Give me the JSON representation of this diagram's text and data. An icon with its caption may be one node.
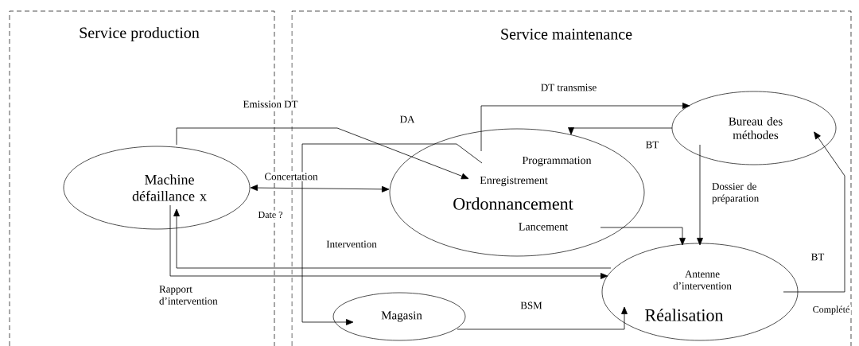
{
  "diagram": {
    "nodes": [
      {
        "text": [
          "Service production"
        ]
      },
      {
        "text": [
          "Service maintenance"
        ]
      },
      {
        "text": [
          "Machine défaillance x"
        ],
        "in": 0
      },
      {
        "text": [
          "Programmation",
          "Enregistrement",
          "Ordonnancement",
          "Lancement"
        ],
        "in": 1
      },
      {
        "text": [
          "Bureau des méthodes"
        ],
        "in": 1
      },
      {
        "text": [
          "Antenne d’intervention",
          "Réalisation"
        ],
        "in": 1
      },
      {
        "text": [
          "Magasin"
        ],
        "in": 1
      }
    ],
    "edges": [
      {
        "from": 2,
        "to": 3,
        "arrow": "to",
        "label": "Emission DT"
      },
      {
        "from": 2,
        "to": 3,
        "arrow": "both",
        "label": "Concertation"
      },
      {
        "from": 3,
        "to": 6,
        "arrow": "to",
        "label": "DA"
      },
      {
        "from": 3,
        "to": 4,
        "arrow": "to",
        "label": "DT transmise"
      },
      {
        "from": 4,
        "to": 3,
        "arrow": "to",
        "label": "BT"
      },
      {
        "from": 4,
        "to": 5,
        "arrow": "to",
        "label": "Dossier de préparation"
      },
      {
        "from": 3,
        "to": 5,
        "arrow": "to"
      },
      {
        "from": 5,
        "to": 2,
        "arrow": "to",
        "label": "Rapport d’intervention"
      },
      {
        "from": 2,
        "to": 5,
        "arrow": "to"
      },
      {
        "from": 6,
        "to": 5,
        "arrow": "to",
        "label": "BSM"
      },
      {
        "from": 5,
        "to": 4,
        "arrow": "to",
        "label": "BT"
      }
    ],
    "labels": [
      "Date ?",
      "Intervention",
      "Complété"
    ]
  }
}
